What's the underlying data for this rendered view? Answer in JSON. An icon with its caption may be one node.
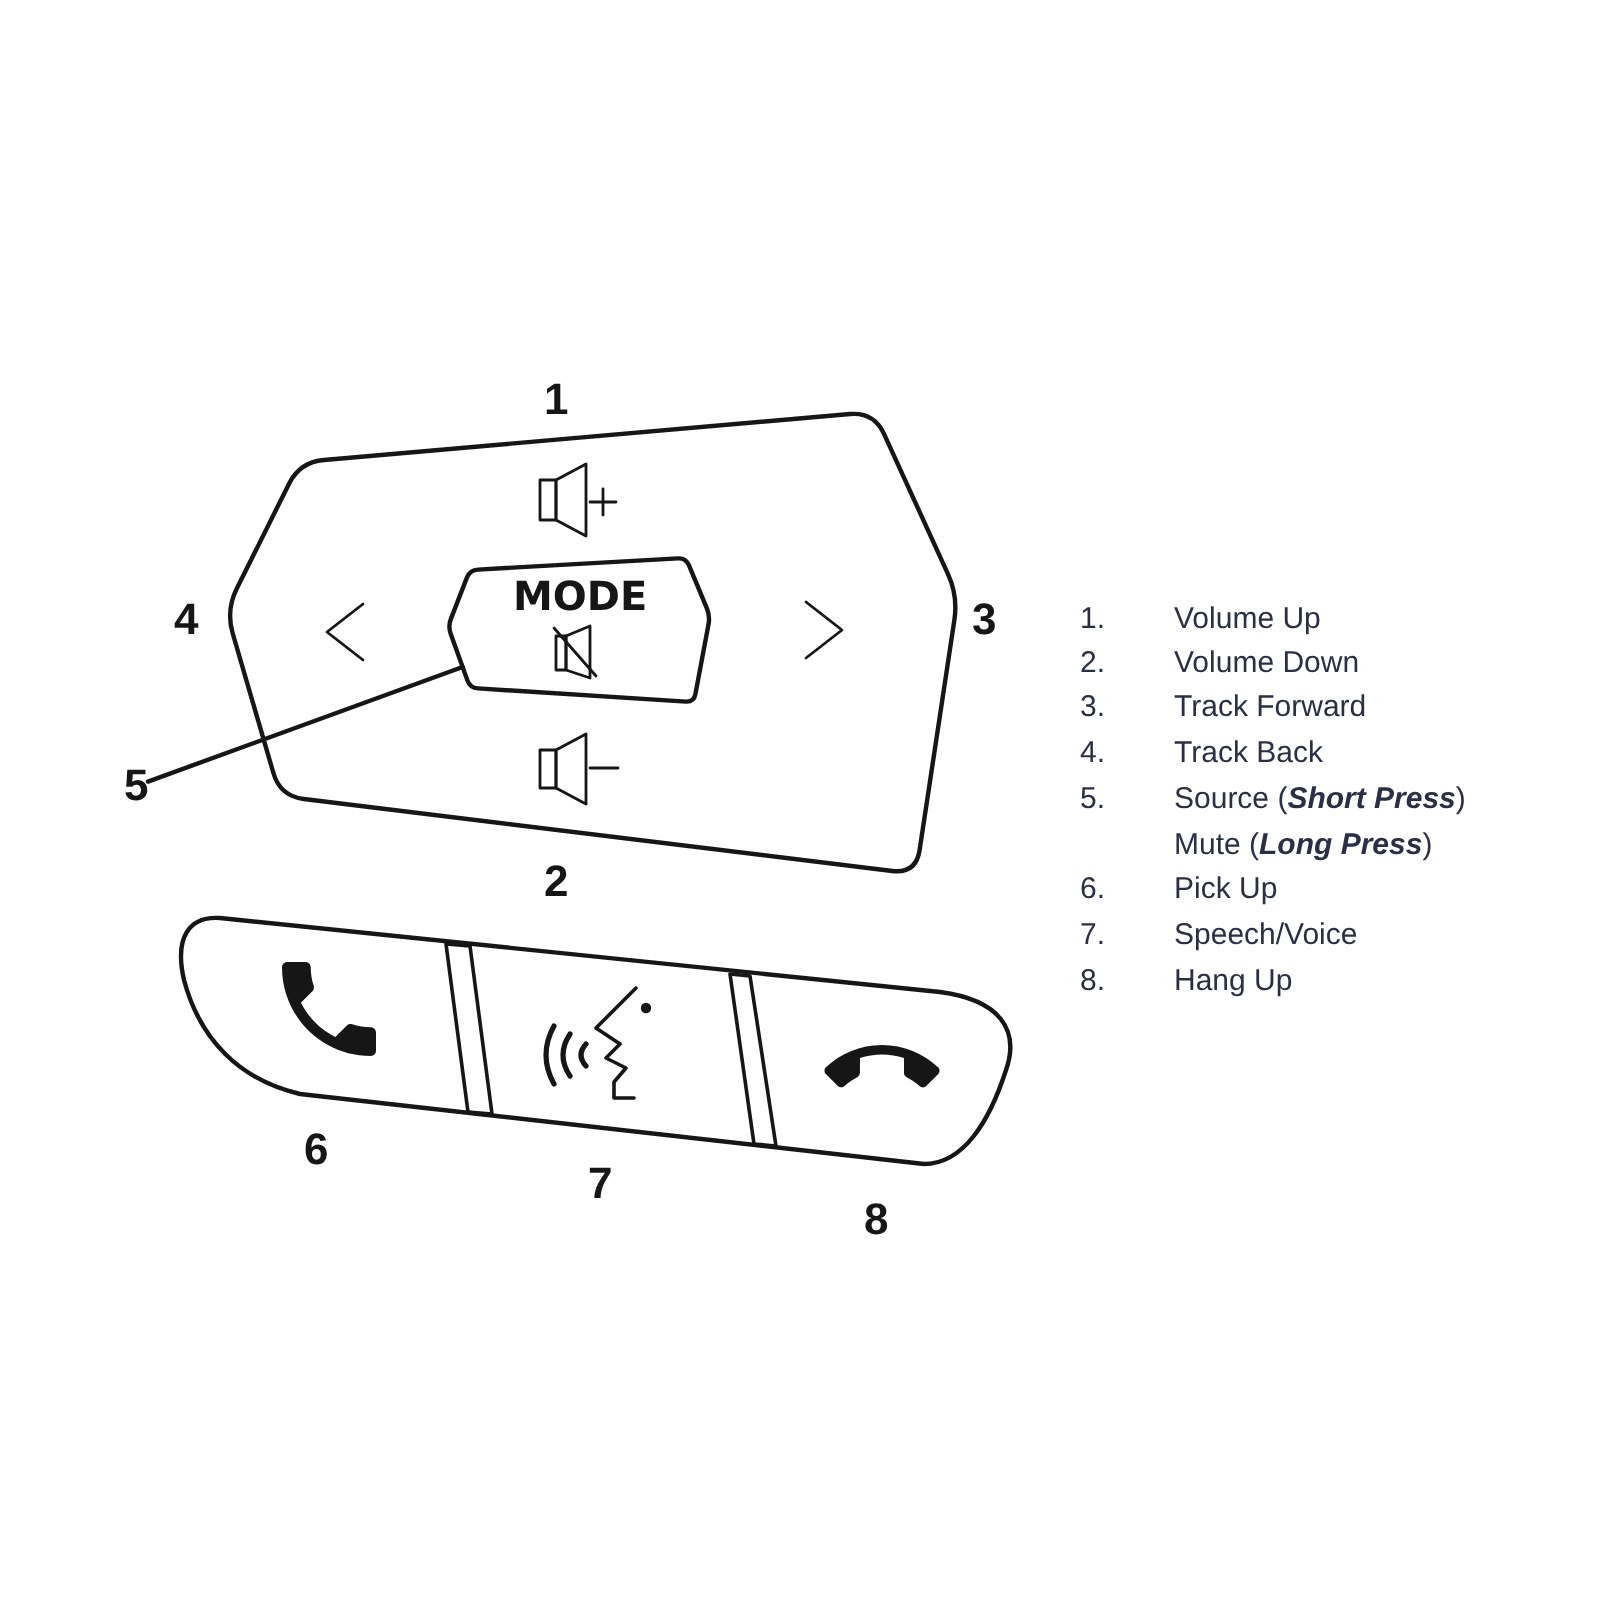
{
  "diagram": {
    "nodes": [
      {
        "text": [],
        "shape": "box"
      },
      {
        "text": [
          "MODE"
        ],
        "in": 0
      },
      {
        "text": [
          "5"
        ]
      }
    ],
    "edges": [
      {
        "from": 2,
        "to": 1,
        "arrow": "none"
      }
    ],
    "labels": [
      "1",
      "4",
      "3",
      "2",
      "6",
      "7",
      "8",
      "1.",
      "Volume Up",
      "2.",
      "Volume Down",
      "3.",
      "Track Forward",
      "4.",
      "Track Back",
      "5.",
      "Source (**Short Press**)",
      "Mute (**Long Press**)",
      "6.",
      "Pick Up",
      "7.",
      "Speech/Voice",
      "8.",
      "Hang Up"
    ]
  }
}
